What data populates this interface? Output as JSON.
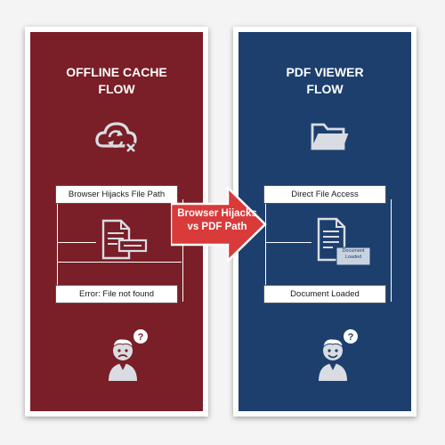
{
  "left_panel": {
    "title_line1": "OFFLINE CACHE",
    "title_line2": "FLOW",
    "box_top": "Browser Hijacks File Path",
    "box_bottom": "Error: File not found"
  },
  "right_panel": {
    "title_line1": "PDF VIEWER",
    "title_line2": "FLOW",
    "box_top": "Direct File Access",
    "doc_badge_line1": "Document",
    "doc_badge_line2": "Loaded",
    "box_bottom": "Document Loaded"
  },
  "arrow": {
    "line1": "Browser Hijacks",
    "line2": "vs PDF Path"
  },
  "colors": {
    "left_bg": "#7a1e27",
    "right_bg": "#1d3f6e",
    "arrow": "#d93a3a",
    "icon_light": "#d9dde3"
  },
  "icons": [
    "cloud-sync-error-icon",
    "folder-icon",
    "document-icon",
    "confused-user-icon",
    "happy-user-icon"
  ]
}
